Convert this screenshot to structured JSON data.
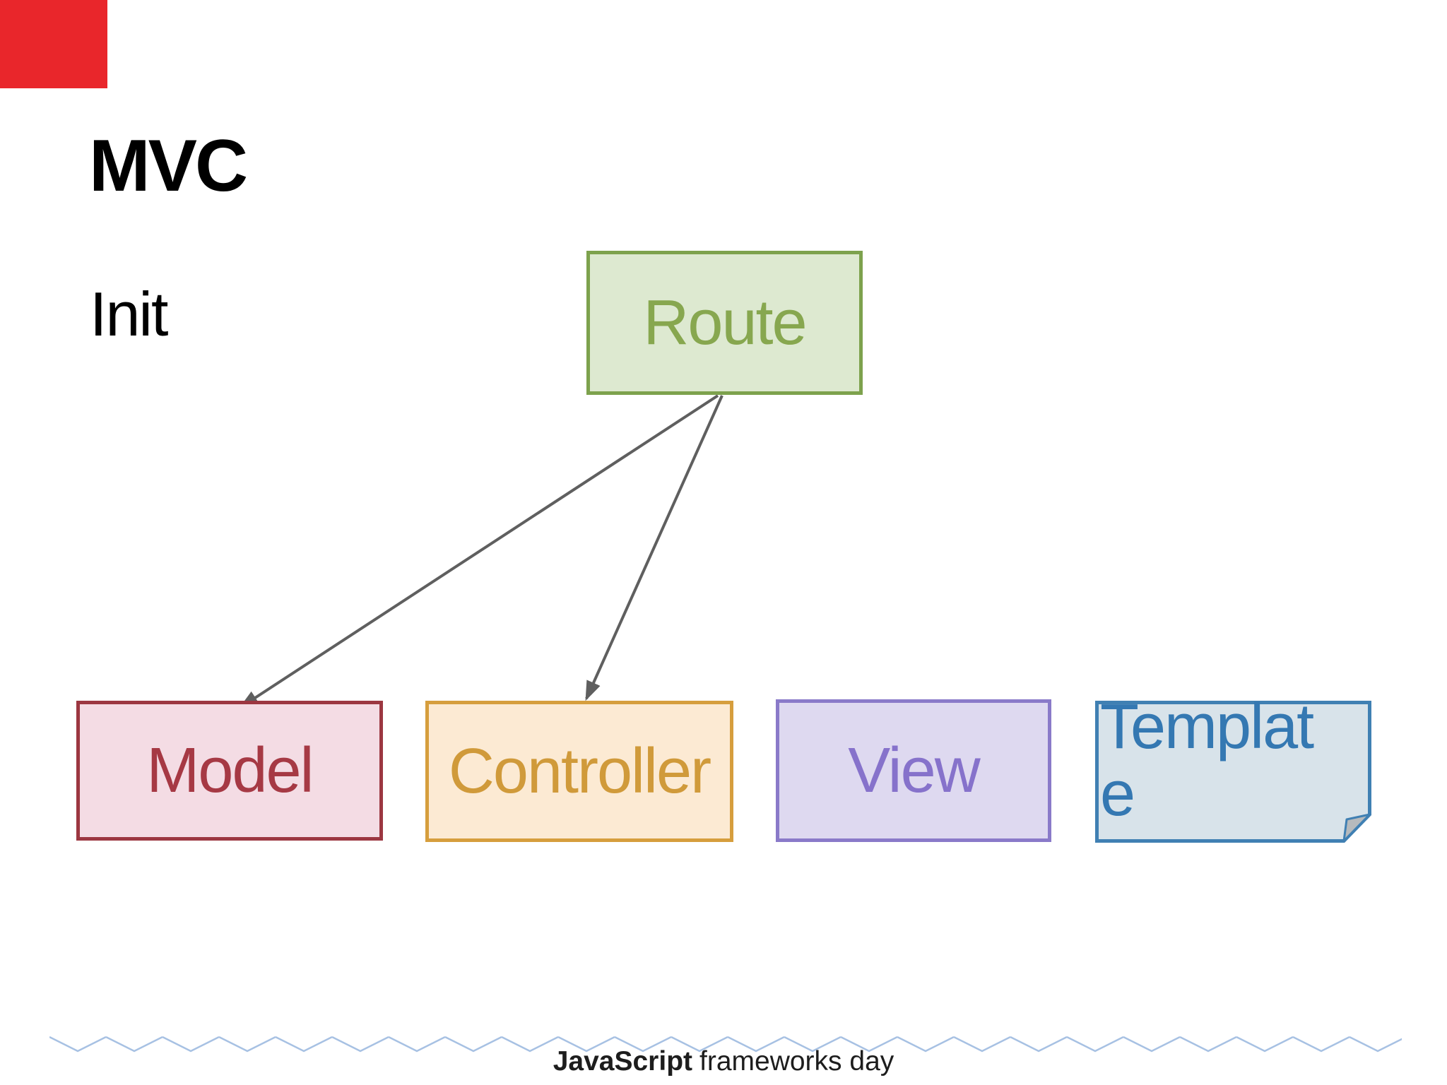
{
  "slide": {
    "title": "MVC",
    "subtitle": "Init",
    "corner_accent_color": "#e9262b",
    "background_color": "#ffffff",
    "footer": {
      "brand_bold": "JavaScript",
      "brand_regular": "frameworks day",
      "wave_color": "#a7c1e3"
    }
  },
  "diagram": {
    "edge_color": "#5f5f5f",
    "nodes": [
      {
        "id": "route",
        "label": "Route",
        "shape": "rectangle",
        "fill": "#dde9d0",
        "border": "#7da24d",
        "text_color": "#87a74f"
      },
      {
        "id": "model",
        "label": "Model",
        "shape": "rectangle",
        "fill": "#f4dce4",
        "border": "#9c3741",
        "text_color": "#a63944"
      },
      {
        "id": "controller",
        "label": "Controller",
        "shape": "rectangle",
        "fill": "#fcead3",
        "border": "#d69e3d",
        "text_color": "#d09a3a"
      },
      {
        "id": "view",
        "label": "View",
        "shape": "rectangle",
        "fill": "#ded9f0",
        "border": "#8a7ac9",
        "text_color": "#8672cb"
      },
      {
        "id": "template",
        "label": "Template",
        "shape": "note",
        "fill": "#d8e3ea",
        "border": "#4080b3",
        "text_color": "#3478b2"
      }
    ],
    "edges": [
      {
        "from": "route",
        "to": "model",
        "style": "arrow"
      },
      {
        "from": "route",
        "to": "controller",
        "style": "arrow"
      }
    ]
  }
}
